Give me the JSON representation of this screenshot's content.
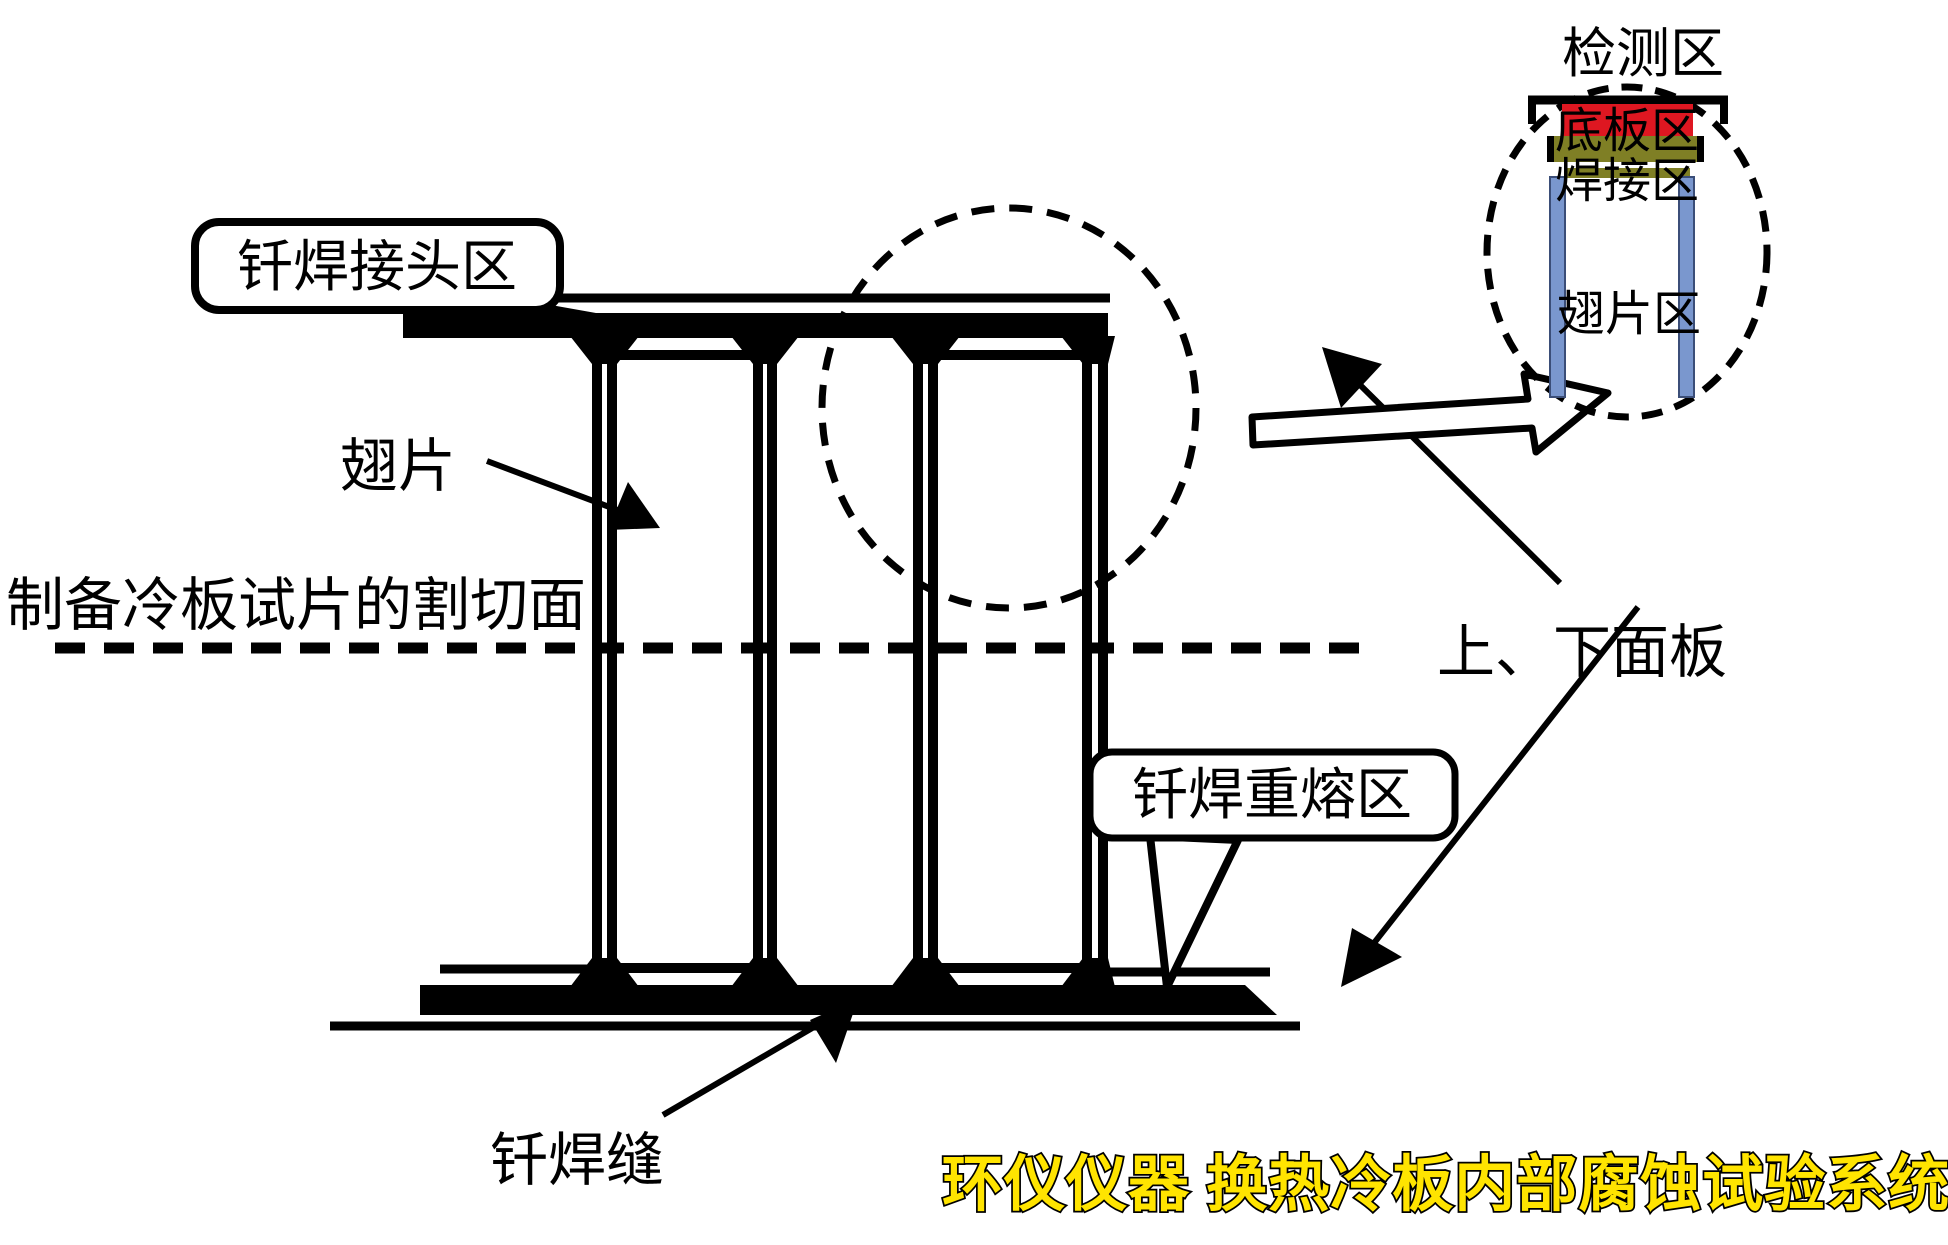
{
  "diagram": {
    "title_context": "Brazed cold plate cross-section inspection diagram",
    "labels": {
      "brazed_joint_zone": "钎焊接头区",
      "fin": "翅片",
      "cut_plane": "制备冷板试片的割切面",
      "upper_lower_panels": "上、下面板",
      "braze_remelt_zone": "钎焊重熔区",
      "braze_seam": "钎焊缝"
    },
    "detail_view": {
      "title": "检测区",
      "zones": {
        "base_plate_zone": "底板区",
        "weld_zone": "焊接区",
        "fin_zone": "翅片区"
      }
    },
    "watermark": "环仪仪器 换热冷板内部腐蚀试验系统",
    "colors": {
      "line": "#000000",
      "background": "#ffffff",
      "base_plate_zone_fill": "#de1721",
      "weld_zone_fill": "#7f7f25",
      "fin_zone_fill": "#7a97ce",
      "fin_zone_border": "#3b4e78",
      "watermark_fill": "#ffe400",
      "watermark_outline": "#000000"
    }
  }
}
